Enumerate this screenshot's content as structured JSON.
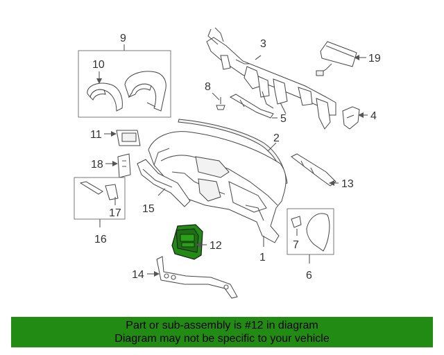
{
  "callouts": [
    "1",
    "2",
    "3",
    "4",
    "5",
    "6",
    "7",
    "8",
    "9",
    "10",
    "11",
    "12",
    "13",
    "14",
    "15",
    "16",
    "17",
    "18",
    "19"
  ],
  "highlight_color": "#228b14",
  "banner": {
    "line1": "Part or sub-assembly is #12 in diagram",
    "line2": "Diagram may not be specific to your vehicle"
  }
}
